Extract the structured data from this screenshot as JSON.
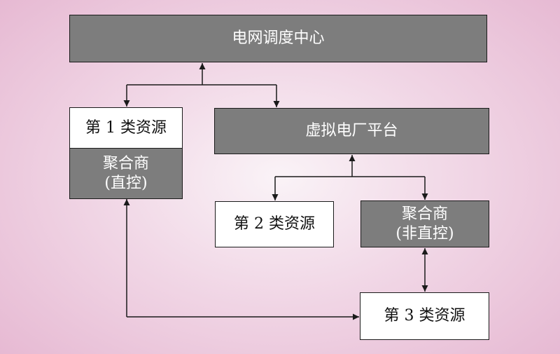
{
  "nodes": {
    "dispatch_center": "电网调度中心",
    "class1_resource": "第 1 类资源",
    "aggregator_direct": [
      "聚合商",
      "(直控)"
    ],
    "vpp_platform": "虚拟电厂平台",
    "class2_resource": "第 2 类资源",
    "aggregator_indirect": [
      "聚合商",
      "(非直控)"
    ],
    "class3_resource": "第 3 类资源"
  },
  "colors": {
    "dark_box": "#7d7d7d",
    "light_box": "#ffffff",
    "line": "#1a1a1a"
  }
}
